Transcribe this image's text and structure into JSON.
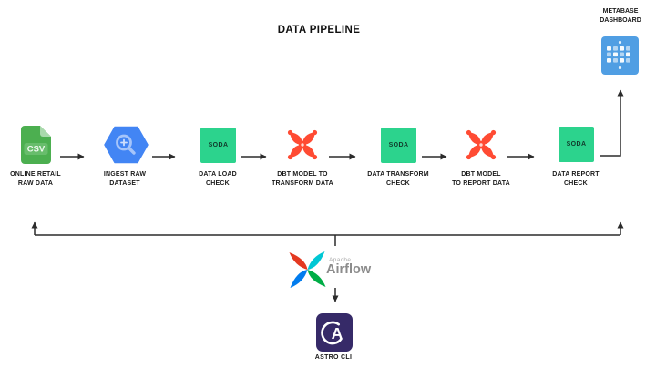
{
  "title": "DATA PIPELINE",
  "metabase": {
    "label_line1": "METABASE",
    "label_line2": "DASHBOARD"
  },
  "nodes": [
    {
      "id": "online-retail-raw-data",
      "icon": "csv-file-icon",
      "icon_text": "CSV",
      "label1": "ONLINE RETAIL",
      "label2": "RAW DATA"
    },
    {
      "id": "ingest-raw-dataset",
      "icon": "bigquery-icon",
      "label1": "INGEST RAW",
      "label2": "DATASET"
    },
    {
      "id": "data-load-check",
      "icon": "soda-icon",
      "icon_text": "SODA",
      "label1": "DATA LOAD",
      "label2": "CHECK"
    },
    {
      "id": "dbt-model-transform",
      "icon": "dbt-icon",
      "label1": "DBT MODEL TO",
      "label2": "TRANSFORM DATA"
    },
    {
      "id": "data-transform-check",
      "icon": "soda-icon",
      "icon_text": "SODA",
      "label1": "DATA TRANSFORM",
      "label2": "CHECK"
    },
    {
      "id": "dbt-model-report",
      "icon": "dbt-icon",
      "label1": "DBT MODEL",
      "label2": "TO REPORT DATA"
    },
    {
      "id": "data-report-check",
      "icon": "soda-icon",
      "icon_text": "SODA",
      "label1": "DATA REPORT",
      "label2": "CHECK"
    }
  ],
  "airflow": {
    "name_small": "Apache",
    "name_large": "Airflow"
  },
  "astro": {
    "label": "ASTRO CLI",
    "icon_letter": "A"
  },
  "colors": {
    "metabase_blue": "#509EE3",
    "soda_green": "#2CD38D",
    "dbt_orange": "#FF4B33",
    "csv_green": "#4CAF50",
    "bigquery_blue": "#4285F4",
    "astro_purple": "#362A68",
    "airflow_red": "#E43921",
    "airflow_teal": "#00C7D4",
    "airflow_green": "#00AD46",
    "airflow_blue": "#017CEE",
    "arrow_black": "#2B2B2B"
  }
}
